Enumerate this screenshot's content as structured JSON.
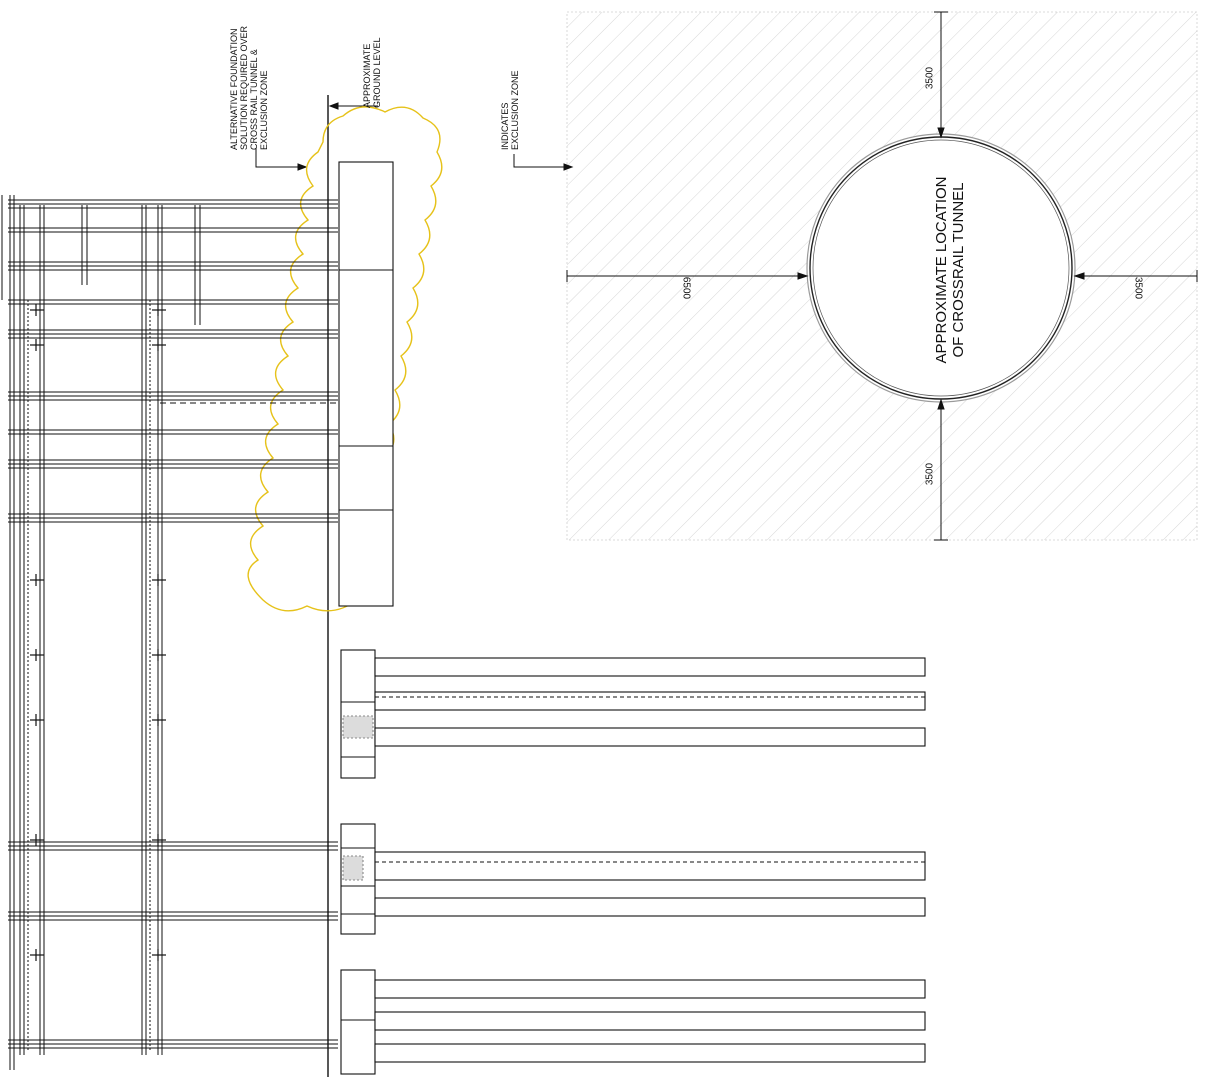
{
  "labels": {
    "alternative_foundation": [
      "ALTERNATIVE FOUNDATION",
      "SOLUTION REQUIRED OVER",
      "CROSS RAIL TUNNEL &",
      "EXCLUSION ZONE"
    ],
    "ground_level": [
      "APPROXIMATE",
      "GROUND LEVEL"
    ],
    "exclusion_zone": [
      "INDICATES",
      "EXCLUSION ZONE"
    ],
    "tunnel": [
      "APPROXIMATE LOCATION",
      "OF CROSSRAIL TUNNEL"
    ]
  },
  "dimensions": {
    "top": "3500",
    "bottom": "3500",
    "left": "6500",
    "right": "3500"
  },
  "colors": {
    "line": "#222222",
    "cloud": "#e6c21a",
    "hatch": "#b9b9b9",
    "tunnel_outer": "#9a9a9a"
  }
}
